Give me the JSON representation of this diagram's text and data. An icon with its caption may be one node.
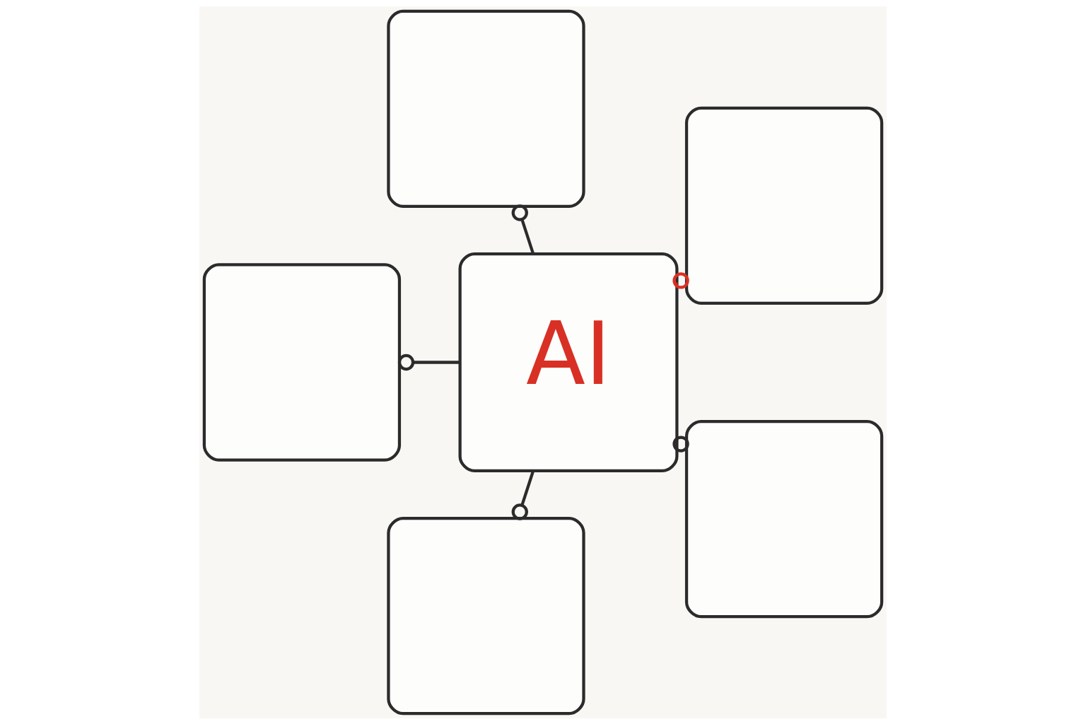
{
  "diagram": {
    "nodes": [
      {
        "text": [],
        "shape": "box"
      },
      {
        "text": [],
        "shape": "box"
      },
      {
        "text": [
          "AI"
        ]
      },
      {
        "text": [],
        "shape": "box"
      },
      {
        "text": [],
        "shape": "box"
      },
      {
        "text": [],
        "shape": "box"
      }
    ],
    "edges": [
      {
        "from": 2,
        "to": 3,
        "arrow": "other",
        "color": "#d93025"
      },
      {
        "from": 2,
        "to": 0,
        "arrow": "other"
      },
      {
        "from": 2,
        "to": 1,
        "arrow": "other"
      },
      {
        "from": 2,
        "to": 4,
        "arrow": "other"
      },
      {
        "from": 2,
        "to": 5,
        "arrow": "other"
      }
    ]
  }
}
